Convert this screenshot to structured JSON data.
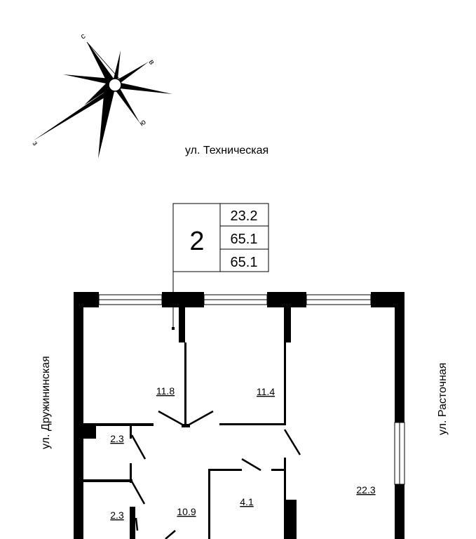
{
  "compass": {
    "north": "с",
    "east": "в",
    "south": "ю",
    "west": "з"
  },
  "streets": {
    "top": "ул. Техническая",
    "left": "ул. Дружининская",
    "right": "ул. Расточная"
  },
  "summary": {
    "rooms": "2",
    "living_area": "23.2",
    "total_area": "65.1",
    "total_area_with_balcony": "65.1"
  },
  "rooms": {
    "room1": "11.8",
    "room2": "11.4",
    "kitchen_living": "22.3",
    "bath1": "2.3",
    "bath2": "2.3",
    "hall": "10.9",
    "storage": "4.1"
  },
  "colors": {
    "ink": "#000000",
    "background": "#ffffff"
  }
}
